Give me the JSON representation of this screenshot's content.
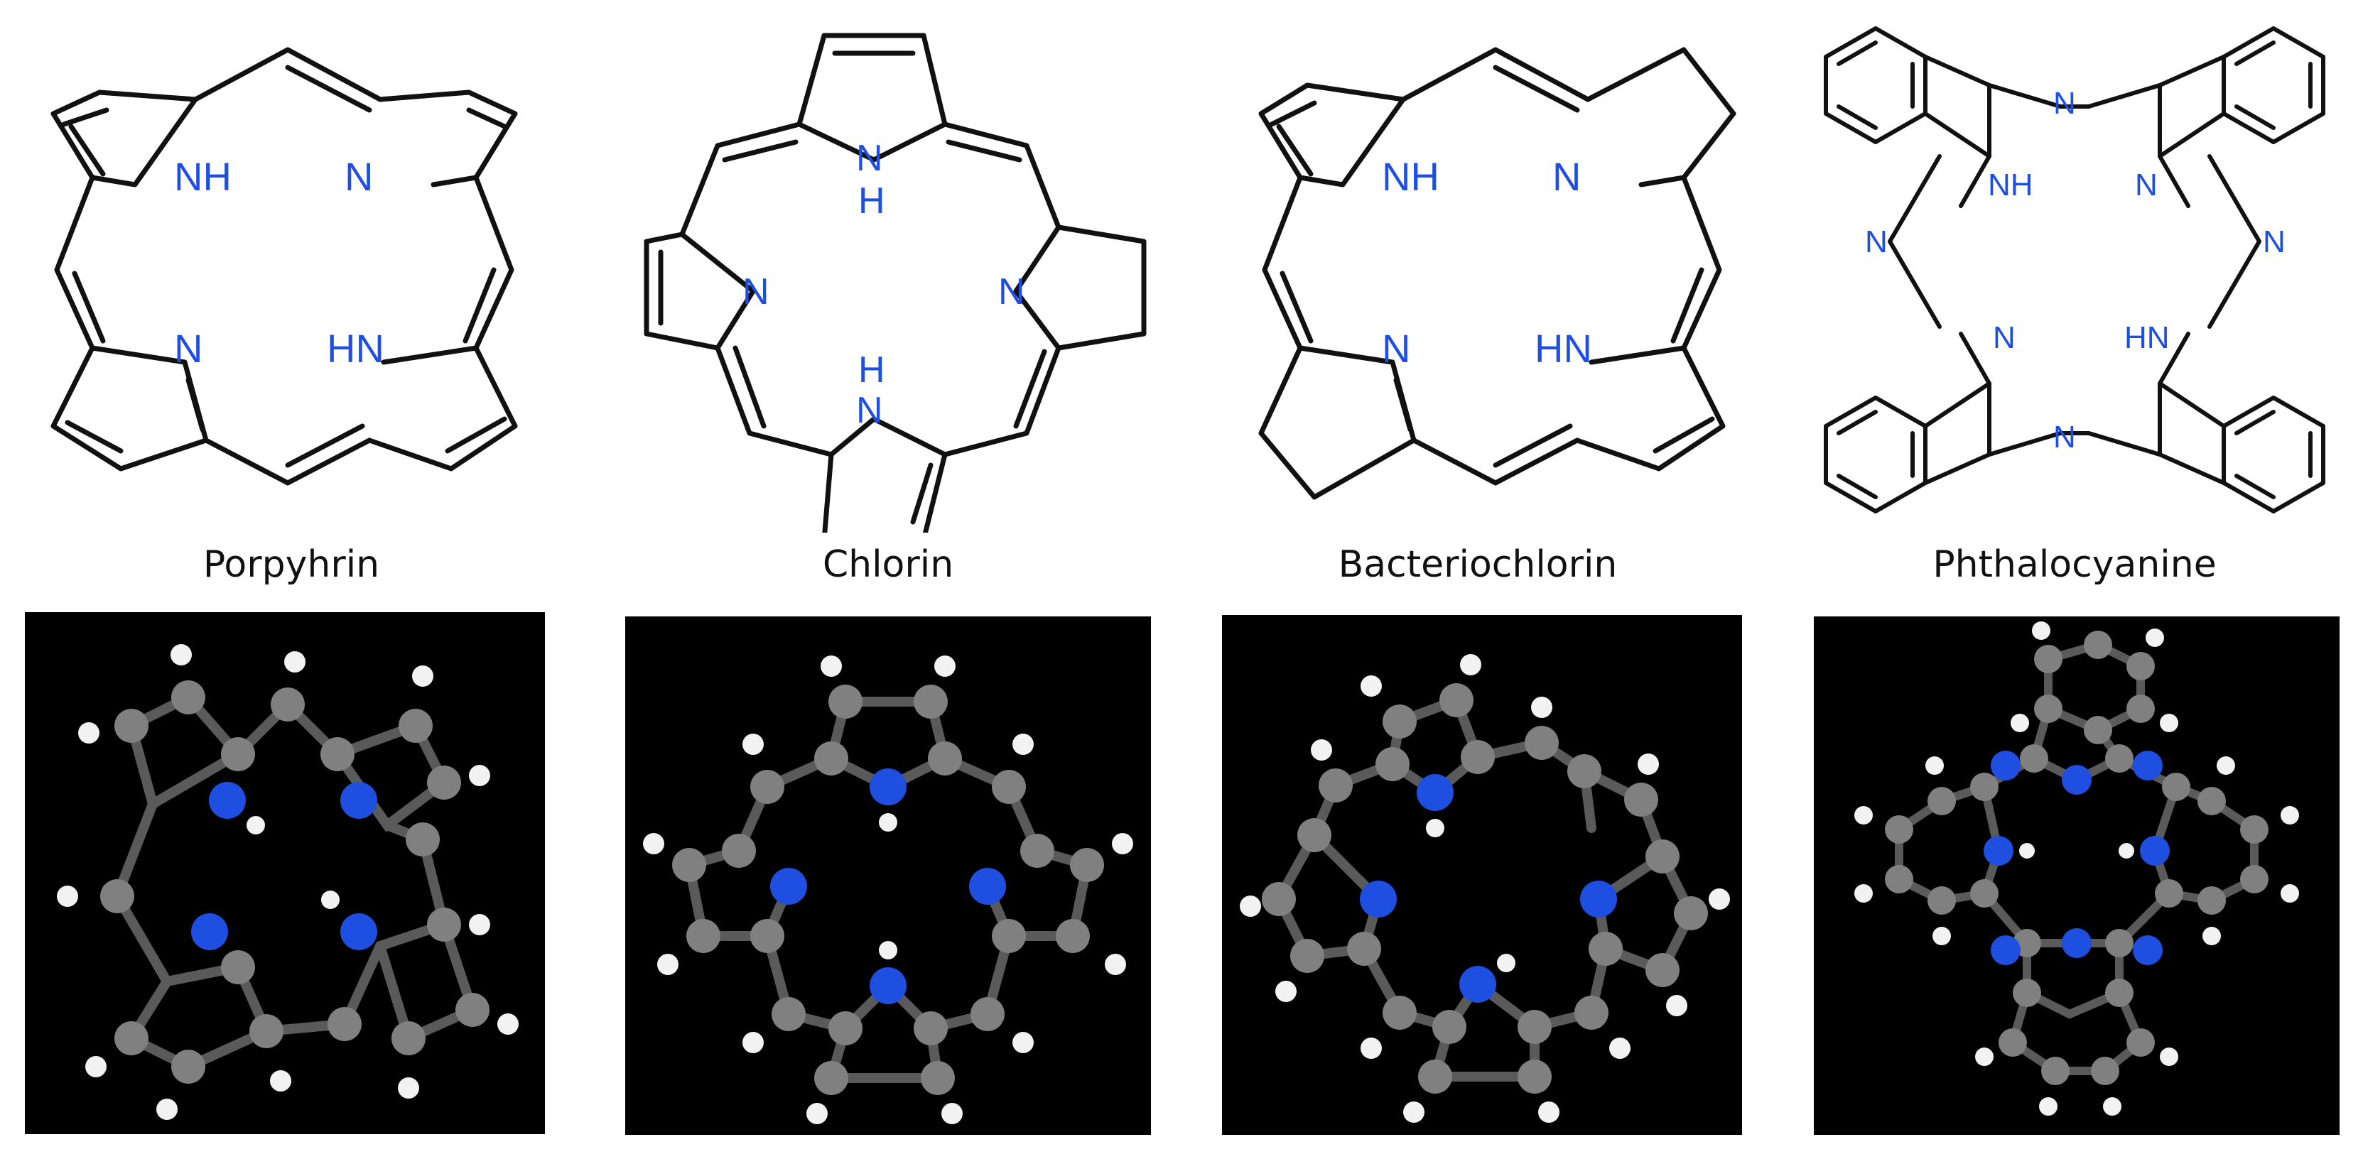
{
  "colors": {
    "bond": "#111111",
    "nitrogen_label": "#1f4fe0",
    "model_background": "#000000",
    "carbon_atom": "#808080",
    "nitrogen_atom": "#1f4fe0",
    "hydrogen_atom": "#f2f2f2",
    "model_bond": "#5a5a5a"
  },
  "molecules": [
    {
      "id": "porphyrin",
      "caption": "Porpyhrin",
      "labels": {
        "nh_top": "NH",
        "n_top": "N",
        "n_bottom": "N",
        "hn_bottom": "HN"
      }
    },
    {
      "id": "chlorin",
      "caption": "Chlorin",
      "labels": {
        "n_top": "N",
        "h_top": "H",
        "n_left": "N",
        "n_right": "N",
        "h_bottom": "H",
        "n_bottom": "N"
      }
    },
    {
      "id": "bacteriochlorin",
      "caption": "Bacteriochlorin",
      "labels": {
        "nh_top": "NH",
        "n_top": "N",
        "n_bottom": "N",
        "hn_bottom": "HN"
      }
    },
    {
      "id": "phthalocyanine",
      "caption": "Phthalocyanine",
      "labels": {
        "n_bridge_top": "N",
        "nh_inner_top": "NH",
        "n_inner_top": "N",
        "n_bridge_left": "N",
        "n_bridge_right": "N",
        "n_inner_bottom": "N",
        "hn_inner_bottom": "HN",
        "n_bridge_bottom": "N"
      }
    }
  ]
}
